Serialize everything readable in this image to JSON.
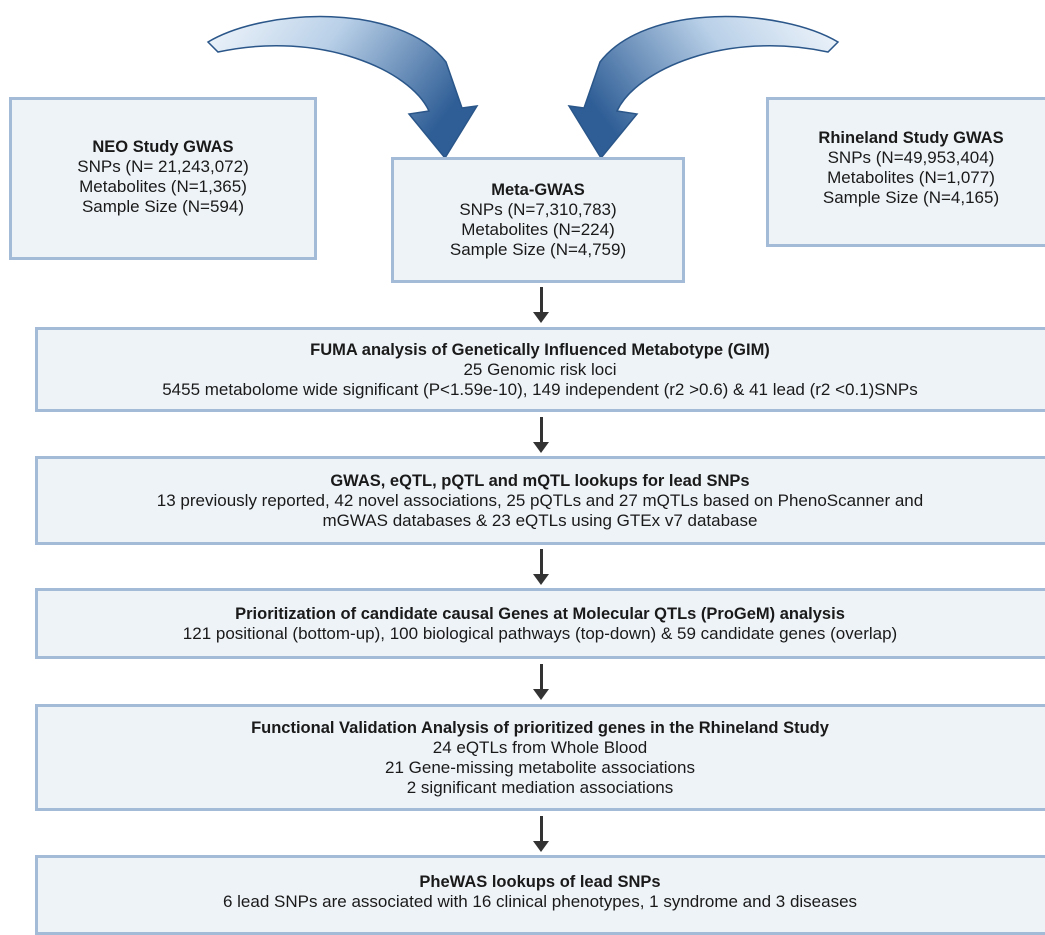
{
  "neo": {
    "title": "NEO Study GWAS",
    "lines": [
      "SNPs (N= 21,243,072)",
      "Metabolites (N=1,365)",
      "Sample Size (N=594)"
    ]
  },
  "rhineland": {
    "title": "Rhineland Study GWAS",
    "lines": [
      "SNPs (N=49,953,404)",
      "Metabolites (N=1,077)",
      "Sample Size (N=4,165)"
    ]
  },
  "meta": {
    "title": "Meta-GWAS",
    "lines": [
      "SNPs (N=7,310,783)",
      "Metabolites (N=224)",
      "Sample Size (N=4,759)"
    ]
  },
  "fuma": {
    "title": "FUMA analysis of Genetically Influenced Metabotype (GIM)",
    "lines": [
      "25 Genomic risk  loci",
      "5455 metabolome wide significant (P<1.59e-10), 149 independent (r2 >0.6) & 41 lead (r2 <0.1)SNPs"
    ]
  },
  "lookups": {
    "title": "GWAS, eQTL, pQTL and mQTL lookups for lead SNPs",
    "lines": [
      "13 previously reported, 42 novel associations, 25 pQTLs and 27 mQTLs  based on PhenoScanner and",
      "mGWAS databases & 23 eQTLs using GTEx v7 database"
    ]
  },
  "progem": {
    "title": "Prioritization of candidate causal Genes at Molecular QTLs (ProGeM) analysis",
    "lines": [
      "121 positional (bottom-up), 100 biological pathways (top-down) & 59 candidate genes (overlap)"
    ]
  },
  "validation": {
    "title": "Functional Validation Analysis of prioritized genes in the Rhineland Study",
    "lines": [
      "24 eQTLs from Whole Blood",
      "21 Gene-missing metabolite associations",
      "2 significant mediation associations"
    ]
  },
  "phewas": {
    "title": "PheWAS lookups of lead SNPs",
    "lines": [
      "6  lead SNPs are associated with 16 clinical phenotypes, 1 syndrome and 3 diseases"
    ]
  },
  "colors": {
    "box_fill": "#eef3f8",
    "box_border": "#a3bbd6",
    "curved_arrow_dark": "#2f5e96",
    "curved_arrow_light": "#dbe7f3",
    "connector": "#333333"
  }
}
